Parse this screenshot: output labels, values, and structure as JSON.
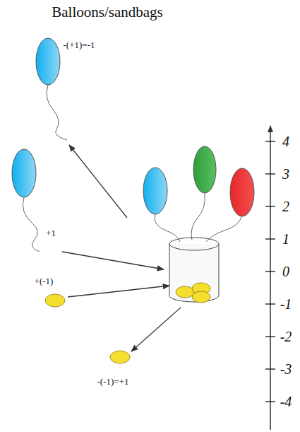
{
  "diagram": {
    "title": "Balloons/sandbags",
    "labels": [
      "-(+1)=-1",
      "+1",
      "+(-1)",
      "-(-1)=+1",
      "4",
      "3",
      "2",
      "1",
      "0",
      "-1",
      "-2",
      "-3",
      "-4"
    ]
  }
}
